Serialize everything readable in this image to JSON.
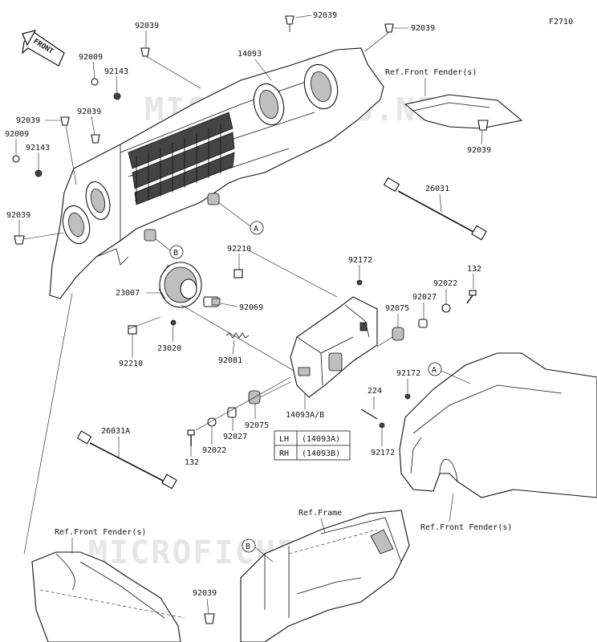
{
  "figure_code": "F2710",
  "front_arrow_label": "FRONT",
  "watermark": "MICROFICHES.NET",
  "callouts": {
    "ref_front_fender_top": "Ref.Front Fender(s)",
    "ref_front_fender_right": "Ref.Front Fender(s)",
    "ref_front_fender_bottom": "Ref.Front Fender(s)",
    "ref_frame": "Ref.Frame",
    "marker_a": "A",
    "marker_b": "B"
  },
  "parts": {
    "p92039_top_center": "92039",
    "p92039_top_right": "92039",
    "p92039_top_left": "92039",
    "p92039_fender_right": "92039",
    "p92039_left_mid": "92039",
    "p92039_left_upper": "92039",
    "p92039_left_lower": "92039",
    "p92039_bottom": "92039",
    "p14093": "14093",
    "p92009_upper": "92009",
    "p92143_upper": "92143",
    "p92009_lower": "92009",
    "p92143_lower": "92143",
    "p26031": "26031",
    "p26031A": "26031A",
    "p92210_upper": "92210",
    "p92210_lower": "92210",
    "p23007": "23007",
    "p92069": "92069",
    "p23020": "23020",
    "p92081": "92081",
    "p92172_upper": "92172",
    "p92172_right": "92172",
    "p92172_lower": "92172",
    "p132_upper": "132",
    "p132_lower": "132",
    "p92022_upper": "92022",
    "p92022_lower": "92022",
    "p92027_upper": "92027",
    "p92027_lower": "92027",
    "p92075_upper": "92075",
    "p92075_lower": "92075",
    "p224": "224",
    "p14093AB": "14093A/B"
  },
  "variant_table": {
    "rows": [
      {
        "side": "LH",
        "part": "(14093A)"
      },
      {
        "side": "RH",
        "part": "(14093B)"
      }
    ]
  }
}
